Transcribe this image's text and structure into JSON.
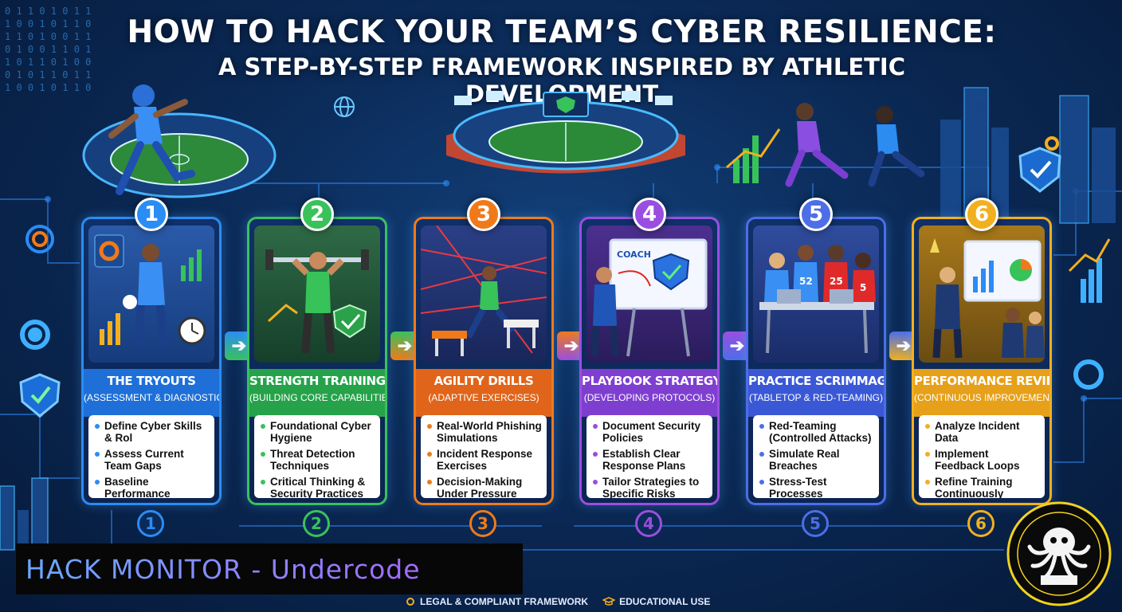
{
  "title": {
    "line1": "HOW TO HACK YOUR TEAM’S CYBER RESILIENCE:",
    "line2": "A STEP-BY-STEP FRAMEWORK INSPIRED BY ATHLETIC DEVELOPMENT"
  },
  "binary_text": "0 1 1 0 1 0 1 1\n1 0 0 1 0 1 1 0\n1 1 0 1 0 0 1 1\n0 1 0 0 1 1 0 1\n1 0 1 1 0 1 0 0\n0 1 0 1 1 0 1 1\n1 0 0 1 0 1 1 0",
  "colors": {
    "step1": "#2a8cf5",
    "step2": "#39c25a",
    "step3": "#f07a1a",
    "step4": "#9a4ee0",
    "step5": "#4d6ee8",
    "step6": "#f2b01e"
  },
  "steps": [
    {
      "number": "1",
      "title": "THE TRYOUTS",
      "subtitle": "(ASSESSMENT & DIAGNOSTICS)",
      "items": [
        "Define Cyber Skills & Rol",
        "Assess Current Team Gaps",
        "Baseline Performance Metrics"
      ]
    },
    {
      "number": "2",
      "title": "STRENGTH TRAINING",
      "subtitle": "(BUILDING CORE CAPABILITIES)",
      "items": [
        "Foundational Cyber Hygiene",
        "Threat Detection Techniques",
        "Critical Thinking & Security Practices"
      ]
    },
    {
      "number": "3",
      "title": "AGILITY DRILLS",
      "subtitle": "(ADAPTIVE EXERCISES)",
      "items": [
        "Real-World Phishing Simulations",
        "Incident Response Exercises",
        "Decision-Making Under Pressure"
      ]
    },
    {
      "number": "4",
      "title": "PLAYBOOK STRATEGY",
      "subtitle": "(DEVELOPING PROTOCOLS)",
      "items": [
        "Document Security Policies",
        "Establish Clear Response Plans",
        "Tailor Strategies to Specific Risks"
      ]
    },
    {
      "number": "5",
      "title": "PRACTICE SCRIMMAGES",
      "subtitle": "(TABLETOP & RED-TEAMING)",
      "items": [
        "Red-Teaming (Controlled Attacks)",
        "Simulate Real Breaches",
        "Stress-Test Processes"
      ]
    },
    {
      "number": "6",
      "title": "PERFORMANCE REVIEW",
      "subtitle": "(CONTINUOUS IMPROVEMENT)",
      "items": [
        "Analyze Incident Data",
        "Implement Feedback Loops",
        "Refine Training Continuously"
      ]
    }
  ],
  "illustrations": {
    "coach_board_label": "COACH",
    "jersey_numbers": [
      "52",
      "25",
      "5"
    ]
  },
  "brand": "HACK MONITOR - Undercode",
  "footer": {
    "legal": "LEGAL & COMPLIANT FRAMEWORK",
    "education": "EDUCATIONAL USE"
  },
  "icons": [
    "shield-check-icon",
    "gear-icon",
    "target-icon",
    "globe-icon",
    "bar-chart-icon",
    "gauge-icon",
    "octopus-logo",
    "graduation-cap-icon"
  ]
}
